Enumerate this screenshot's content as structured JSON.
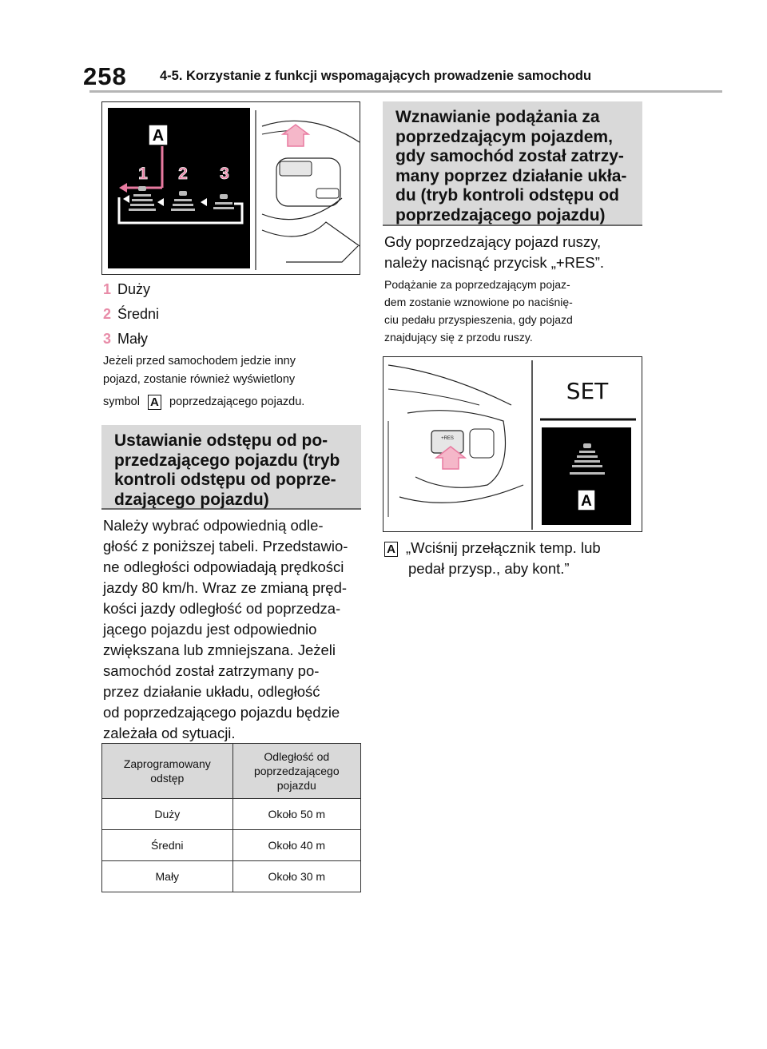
{
  "header": {
    "page_number": "258",
    "title": "4-5. Korzystanie z funkcji wspomagających prowadzenie samochodu"
  },
  "figure1": {
    "label_a": "A",
    "nums": [
      "1",
      "2",
      "3"
    ]
  },
  "list": [
    {
      "num": "1",
      "label": "Duży"
    },
    {
      "num": "2",
      "label": "Średni"
    },
    {
      "num": "3",
      "label": "Mały"
    }
  ],
  "note1": {
    "line1": "Jeżeli przed samochodem jedzie inny",
    "line2": "pojazd, zostanie również wyświetlony",
    "line3_pre": "symbol",
    "badge": "A",
    "line3_post": "poprzedzającego pojazdu."
  },
  "section1": {
    "heading_lines": [
      "Ustawianie odstępu od po-",
      "przedzającego pojazdu (tryb",
      "kontroli odstępu od poprze-",
      "dzającego pojazdu)"
    ],
    "body_lines": [
      "Należy wybrać odpowiednią odle-",
      "głość z poniższej tabeli. Przedstawio-",
      "ne odległości odpowiadają prędkości",
      "jazdy 80 km/h. Wraz ze zmianą pręd-",
      "kości jazdy odległość od poprzedza-",
      "jącego pojazdu jest odpowiednio",
      "zwiększana lub zmniejszana. Jeżeli",
      "samochód został zatrzymany po-",
      "przez działanie układu, odległość",
      "od poprzedzającego pojazdu będzie",
      "zależała od sytuacji."
    ]
  },
  "table": {
    "headers": [
      "Zaprogramowany odstęp",
      "Odległość od poprzedzającego pojazdu"
    ],
    "header1_lines": [
      "Zaprogramowany",
      "odstęp"
    ],
    "header2_lines": [
      "Odległość od",
      "poprzedzającego",
      "pojazdu"
    ],
    "rows": [
      [
        "Duży",
        "Około 50 m"
      ],
      [
        "Średni",
        "Około 40 m"
      ],
      [
        "Mały",
        "Około 30 m"
      ]
    ]
  },
  "section2": {
    "heading_lines": [
      "Wznawianie podążania za",
      "poprzedzającym pojazdem,",
      "gdy samochód został zatrzy-",
      "many poprzez działanie ukła-",
      "du (tryb kontroli odstępu od",
      "poprzedzającego pojazdu)"
    ],
    "body_lines": [
      "Gdy poprzedzający pojazd ruszy,",
      "należy nacisnąć przycisk „+RES”."
    ],
    "note_lines": [
      "Podążanie za poprzedzającym pojaz-",
      "dem zostanie wznowione po naciśnię-",
      "ciu pedału przyspieszenia, gdy pojazd",
      "znajdujący się z przodu ruszy."
    ]
  },
  "figure2": {
    "display_text": "SET",
    "button_text": "+RES",
    "label_a": "A"
  },
  "caption2": {
    "badge": "A",
    "lines": [
      "„Wciśnij przełącznik temp. lub",
      "pedał przysp., aby kont.”"
    ]
  },
  "colors": {
    "number_pink": "#e88ca8",
    "section_gray": "#d9d9d9",
    "arrow_pink": "#e87aa0"
  }
}
